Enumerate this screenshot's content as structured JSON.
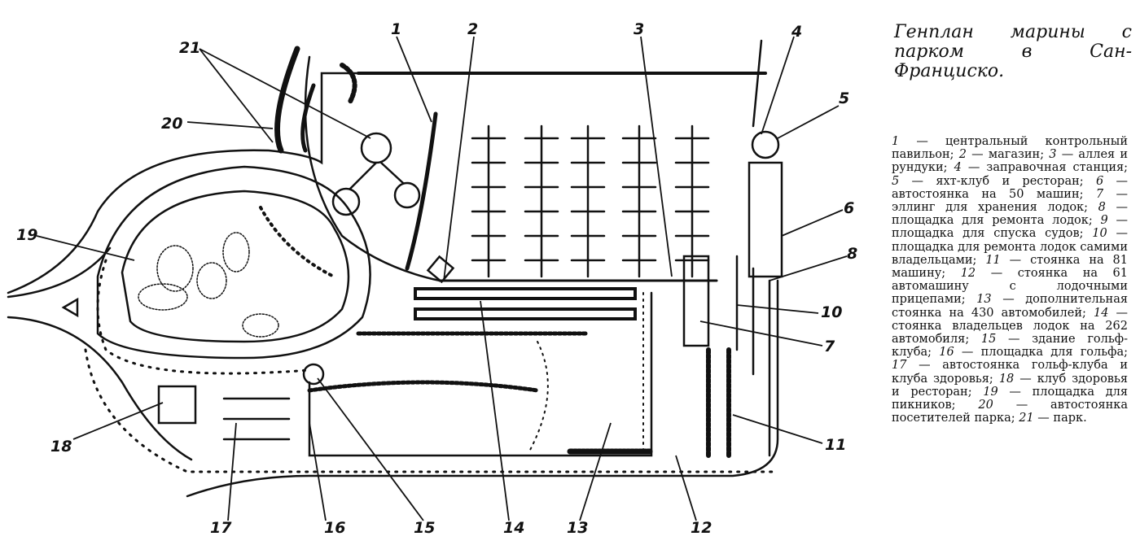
{
  "title": "Генплан марины с парком в Сан-Франциско.",
  "callouts": [
    "1",
    "2",
    "3",
    "4",
    "5",
    "6",
    "7",
    "8",
    "10",
    "11",
    "12",
    "13",
    "14",
    "15",
    "16",
    "17",
    "18",
    "19",
    "20",
    "21"
  ],
  "legend": [
    {
      "n": "1",
      "text": "центральный контрольный павильон;"
    },
    {
      "n": "2",
      "text": "магазин;"
    },
    {
      "n": "3",
      "text": "аллея и рундуки;"
    },
    {
      "n": "4",
      "text": "заправочная станция;"
    },
    {
      "n": "5",
      "text": "яхт-клуб и ресторан;"
    },
    {
      "n": "6",
      "text": "автостоянка на 50 машин;"
    },
    {
      "n": "7",
      "text": "эллинг для хранения лодок;"
    },
    {
      "n": "8",
      "text": "площадка для ремонта лодок;"
    },
    {
      "n": "9",
      "text": "площадка для спуска судов;"
    },
    {
      "n": "10",
      "text": "площадка для ремонта лодок самими владельцами;"
    },
    {
      "n": "11",
      "text": "стоянка на 81 машину;"
    },
    {
      "n": "12",
      "text": "стоянка на 61 автомашину с лодочными прицепами;"
    },
    {
      "n": "13",
      "text": "дополнительная стоянка на 430 автомобилей;"
    },
    {
      "n": "14",
      "text": "стоянка владельцев лодок на 262 автомобиля;"
    },
    {
      "n": "15",
      "text": "здание гольф-клуба;"
    },
    {
      "n": "16",
      "text": "площадка для гольфа;"
    },
    {
      "n": "17",
      "text": "автостоянка гольф-клуба и клуба здоровья;"
    },
    {
      "n": "18",
      "text": "клуб здоровья и ресторан;"
    },
    {
      "n": "19",
      "text": "площадка для пикников;"
    },
    {
      "n": "20",
      "text": "автостоянка посетителей парка;"
    },
    {
      "n": "21",
      "text": "парк."
    }
  ]
}
